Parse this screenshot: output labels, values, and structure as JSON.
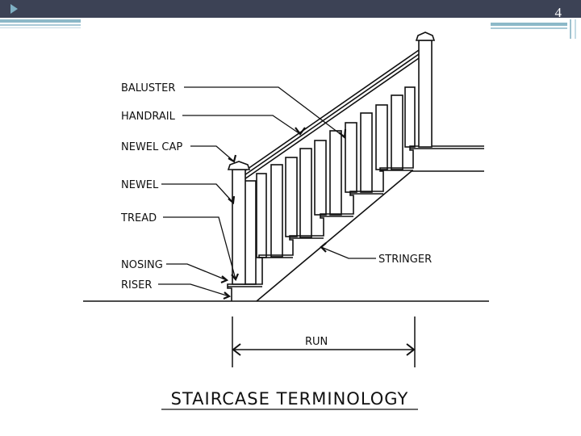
{
  "slide": {
    "number": "4"
  },
  "diagram": {
    "title": "STAIRCASE TERMINOLOGY",
    "labels": {
      "baluster": "BALUSTER",
      "handrail": "HANDRAIL",
      "newel_cap": "NEWEL CAP",
      "newel": "NEWEL",
      "tread": "TREAD",
      "nosing": "NOSING",
      "riser": "RISER",
      "stringer": "STRINGER",
      "run": "RUN"
    }
  }
}
